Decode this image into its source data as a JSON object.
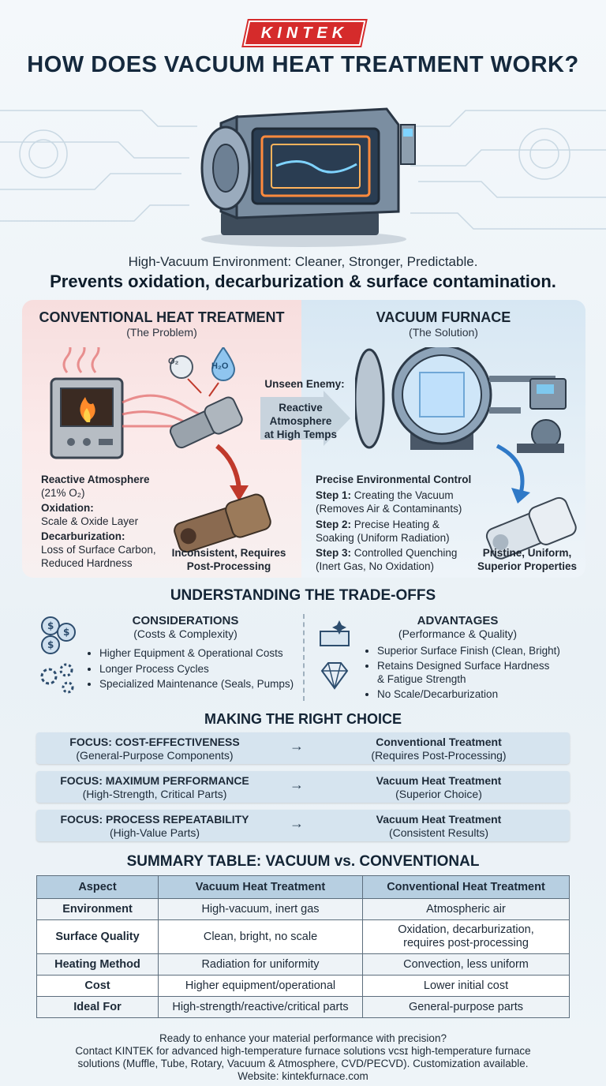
{
  "brand": "KINTEK",
  "title": "HOW DOES VACUUM HEAT TREATMENT WORK?",
  "tagline": "High-Vacuum Environment: Cleaner, Stronger, Predictable.",
  "headline": "Prevents oxidation, decarburization & surface contamination.",
  "conventional": {
    "title": "CONVENTIONAL HEAT TREATMENT",
    "subtitle": "(The Problem)",
    "reactive_title": "Reactive Atmosphere",
    "reactive_sub": "(21% O₂)",
    "oxidation_title": "Oxidation:",
    "oxidation_text": "Scale & Oxide Layer",
    "decarb_title": "Decarburization:",
    "decarb_text_1": "Loss of Surface Carbon,",
    "decarb_text_2": "Reduced Hardness",
    "result_1": "Inconsistent, Requires",
    "result_2": "Post-Processing",
    "o2_label": "O₂",
    "h2o_label": "H₂O"
  },
  "middle": {
    "enemy": "Unseen Enemy:",
    "arrow_1": "Reactive",
    "arrow_2": "Atmosphere",
    "arrow_3": "at High Temps"
  },
  "vacuum": {
    "title": "VACUUM FURNACE",
    "subtitle": "(The Solution)",
    "control": "Precise Environmental Control",
    "step1_title": "Step 1:",
    "step1_a": "Creating the Vacuum",
    "step1_b": "(Removes Air & Contaminants)",
    "step2_title": "Step 2:",
    "step2_a": "Precise Heating &",
    "step2_b": "Soaking (Uniform Radiation)",
    "step3_title": "Step 3:",
    "step3_a": "Controlled Quenching",
    "step3_b": "(Inert Gas, No Oxidation)",
    "result_1": "Pristine, Uniform,",
    "result_2": "Superior Properties"
  },
  "tradeoffs": {
    "title": "UNDERSTANDING THE TRADE-OFFS",
    "considerations_title": "CONSIDERATIONS",
    "considerations_sub": "(Costs & Complexity)",
    "considerations": [
      "Higher Equipment & Operational Costs",
      "Longer Process Cycles",
      "Specialized Maintenance (Seals, Pumps)"
    ],
    "advantages_title": "ADVANTAGES",
    "advantages_sub": "(Performance & Quality)",
    "adv_1": "Superior Surface Finish (Clean, Bright)",
    "adv_2a": "Retains Designed Surface Hardness",
    "adv_2b": "& Fatigue Strength",
    "adv_3": "No Scale/Decarburization"
  },
  "choice": {
    "title": "MAKING THE RIGHT CHOICE",
    "arrow": "→",
    "rows": [
      {
        "focus": "FOCUS: COST-EFFECTIVENESS",
        "focus_sub": "(General-Purpose Components)",
        "result": "Conventional Treatment",
        "result_sub": "(Requires Post-Processing)"
      },
      {
        "focus": "FOCUS: MAXIMUM PERFORMANCE",
        "focus_sub": "(High-Strength, Critical Parts)",
        "result": "Vacuum Heat Treatment",
        "result_sub": "(Superior Choice)"
      },
      {
        "focus": "FOCUS: PROCESS REPEATABILITY",
        "focus_sub": "(High-Value Parts)",
        "result": "Vacuum Heat Treatment",
        "result_sub": "(Consistent Results)"
      }
    ]
  },
  "summary": {
    "title": "SUMMARY TABLE: VACUUM vs. CONVENTIONAL",
    "headers": [
      "Aspect",
      "Vacuum Heat Treatment",
      "Conventional Heat Treatment"
    ],
    "rows": [
      [
        "Environment",
        "High-vacuum, inert gas",
        "Atmospheric air"
      ],
      [
        "Surface Quality",
        "Clean, bright, no scale",
        "Oxidation, decarburization,",
        "requires post-processing"
      ],
      [
        "Heating Method",
        "Radiation for uniformity",
        "Convection, less uniform"
      ],
      [
        "Cost",
        "Higher equipment/operational",
        "Lower initial cost"
      ],
      [
        "Ideal For",
        "High-strength/reactive/critical parts",
        "General-purpose parts"
      ]
    ]
  },
  "footer": {
    "line1": "Ready to enhance your material performance with precision?",
    "line2": "Contact KINTEK for advanced high-temperature furnace solutions ᴠᴄsɪ high-temperature furnace",
    "line3": "solutions (Muffle, Tube, Rotary, Vacuum & Atmosphere, CVD/PECVD). Customization available.",
    "line4": "Website: kintekfurnace.com"
  },
  "colors": {
    "brand_red": "#d52b2b",
    "problem_bg": "#f7dede",
    "solution_bg": "#d7e7f3",
    "table_header": "#b7cfe1"
  }
}
